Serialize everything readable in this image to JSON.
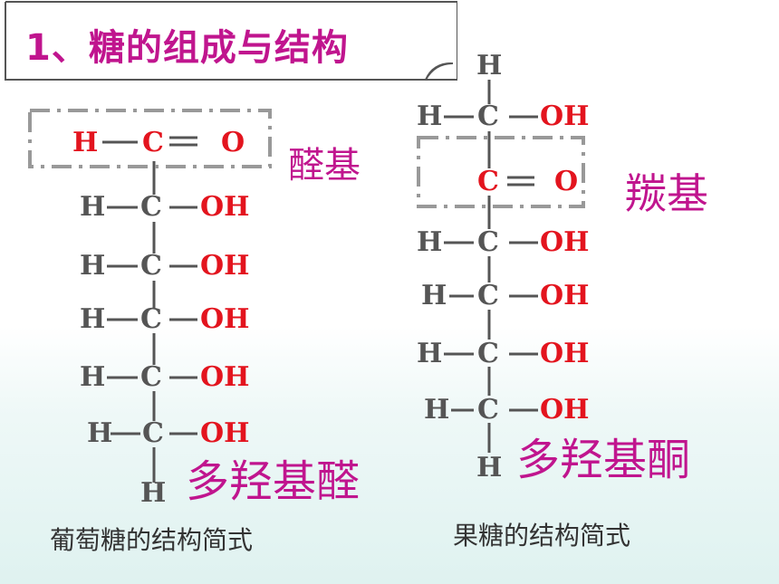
{
  "title": "1、糖的组成与结构",
  "glucose": {
    "aldehyde_group": {
      "h": "H",
      "c": "C",
      "eq": "═",
      "o": "O"
    },
    "rows": [
      {
        "h": "H",
        "c": "C",
        "oh": "OH"
      },
      {
        "h": "H",
        "c": "C",
        "oh": "OH"
      },
      {
        "h": "H",
        "c": "C",
        "oh": "OH"
      },
      {
        "h": "H",
        "c": "C",
        "oh": "OH"
      },
      {
        "h": "H",
        "c": "C",
        "oh": "OH"
      }
    ],
    "bottom_h": "H",
    "group_label": "醛基",
    "class_label": "多羟基醛",
    "caption": "葡萄糖的结构简式"
  },
  "fructose": {
    "top_h": "H",
    "row1": {
      "h": "H",
      "c": "C",
      "oh": "OH"
    },
    "carbonyl_group": {
      "c": "C",
      "eq": "═",
      "o": "O"
    },
    "rows": [
      {
        "h": "H",
        "c": "C",
        "oh": "OH"
      },
      {
        "h": "H",
        "c": "C",
        "oh": "OH"
      },
      {
        "h": "H",
        "c": "C",
        "oh": "OH"
      },
      {
        "h": "H",
        "c": "C",
        "oh": "OH"
      }
    ],
    "bottom_h": "H",
    "group_label": "羰基",
    "class_label": "多羟基酮",
    "caption": "果糖的结构简式"
  },
  "colors": {
    "title": "#c0158e",
    "atom_red": "#e3141e",
    "atom_gray": "#555555",
    "label_magenta": "#c0158e"
  }
}
